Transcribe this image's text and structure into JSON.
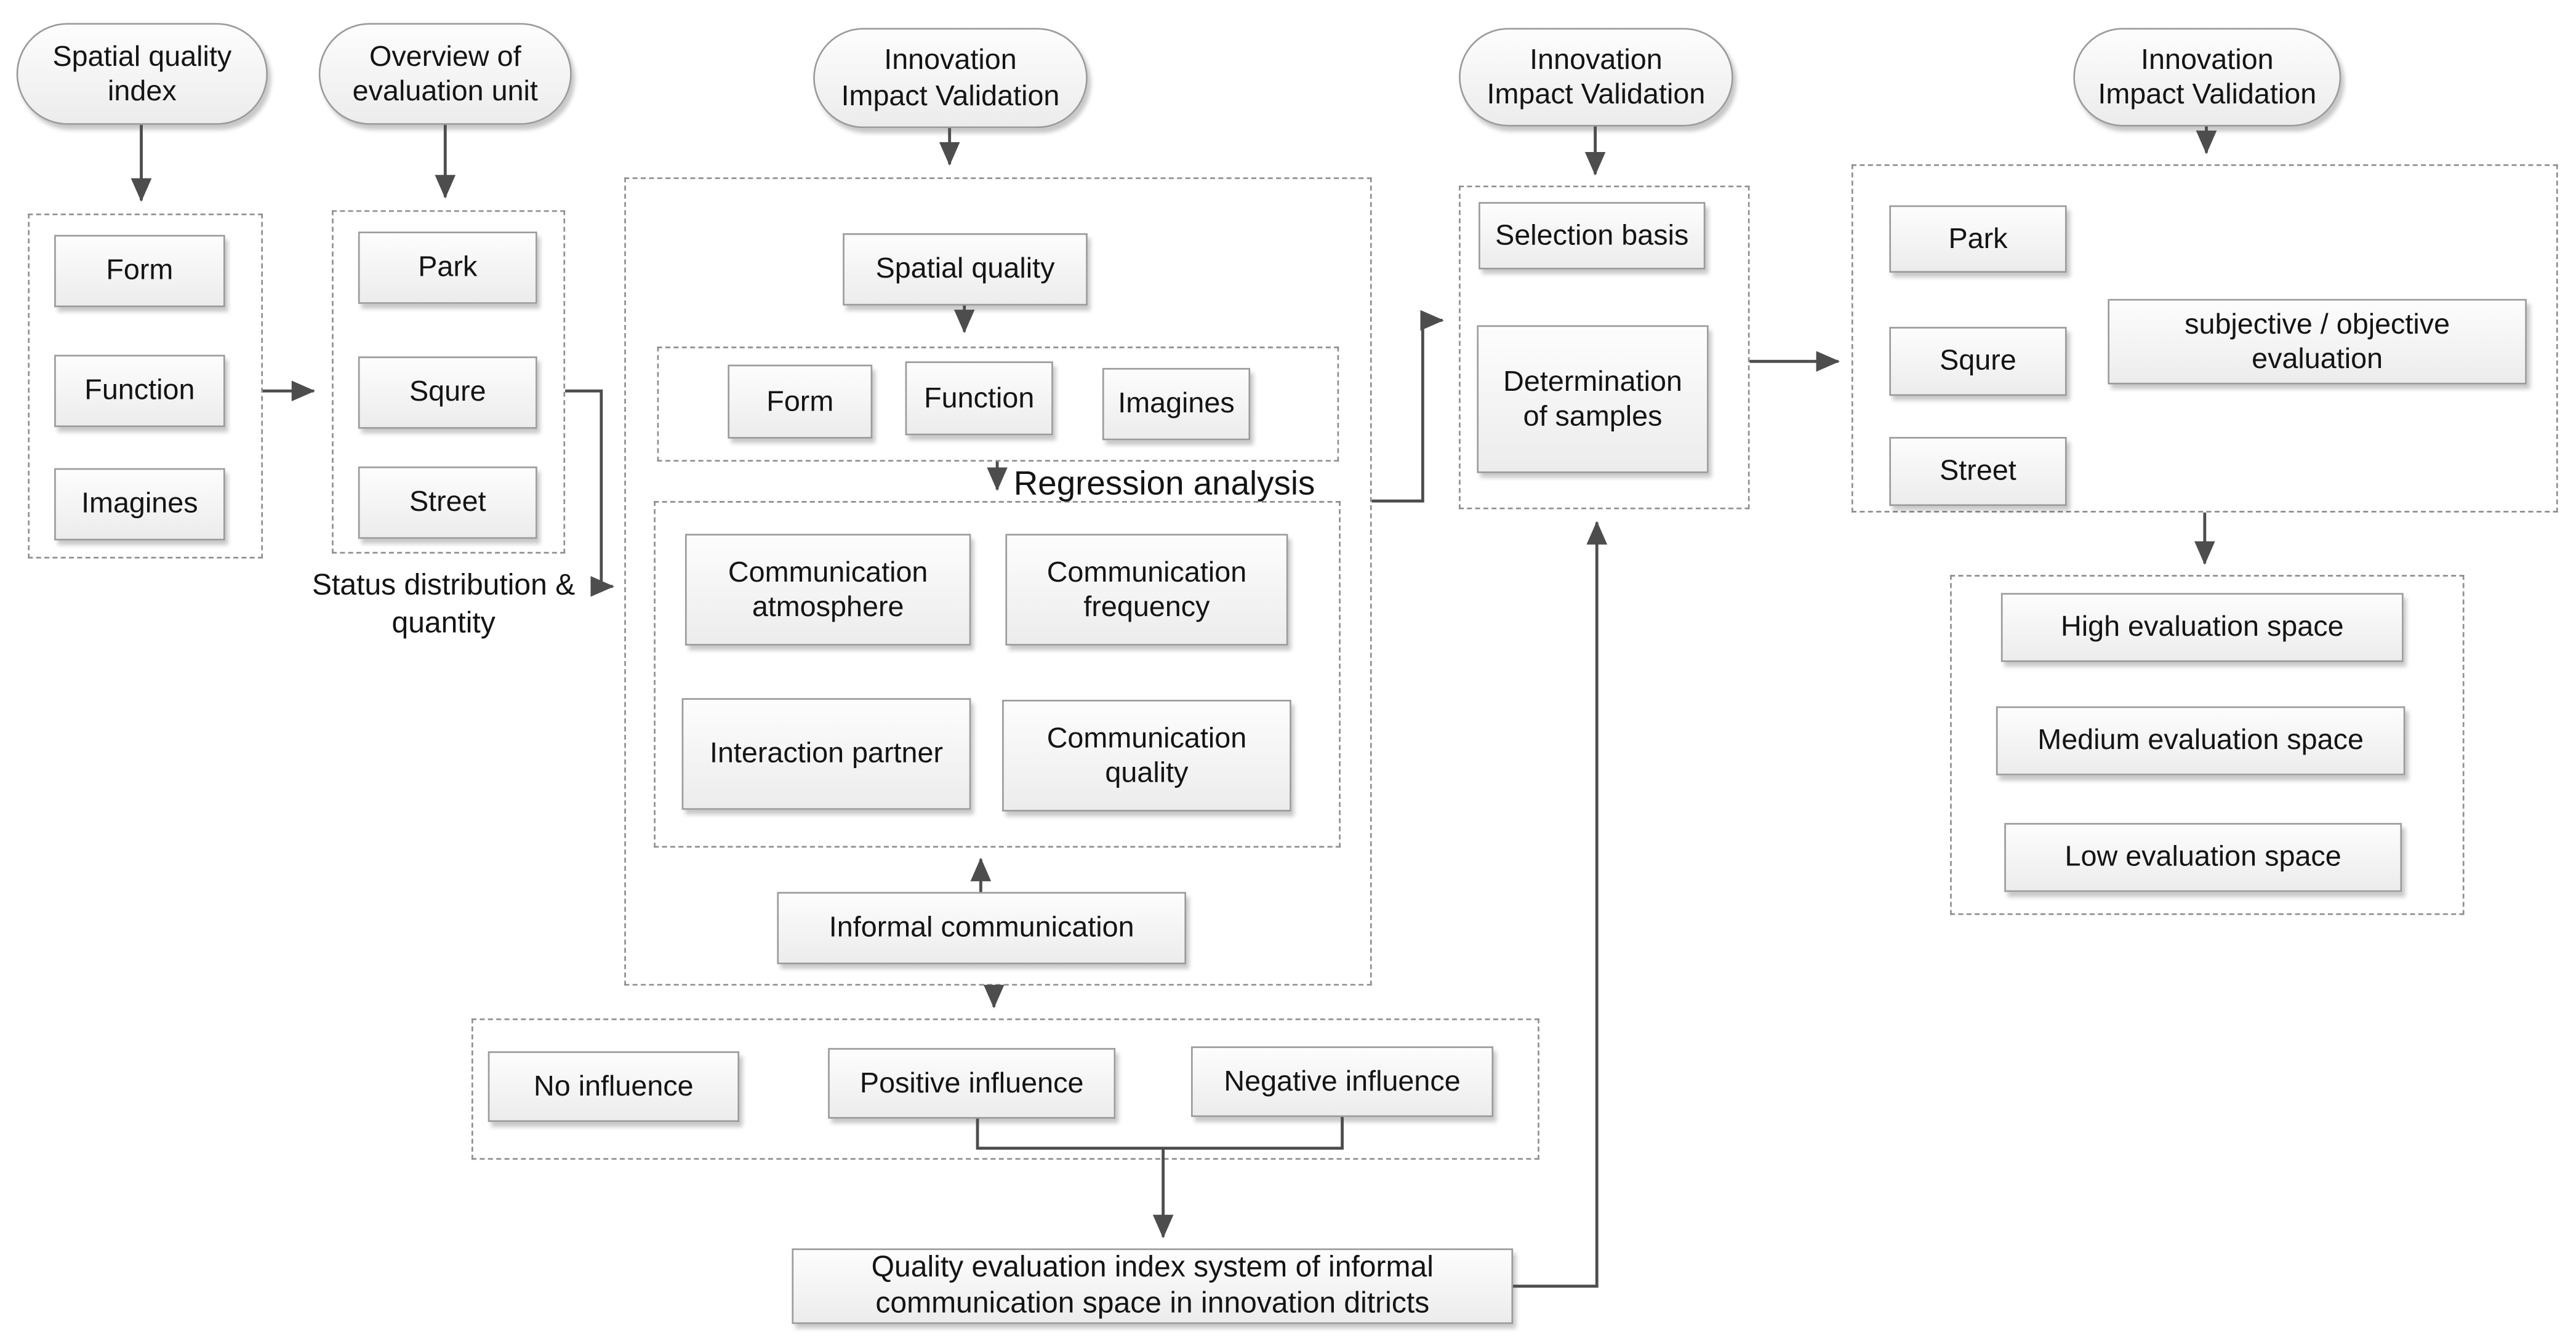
{
  "colors": {
    "arrow": "#4d4d4d",
    "box_border": "#9b9b9b",
    "dashed_border": "#8f8f8f",
    "text": "#141414",
    "box_fill_top": "#fdfdfd",
    "box_fill_bottom": "#ececec"
  },
  "nodes": {
    "spatial_quality_index": "Spatial quality\nindex",
    "overview_evaluation_unit": "Overview of\nevaluation unit",
    "innovation_impact_validation_center": "Innovation\nImpact Validation",
    "innovation_impact_validation_mid": "Innovation\nImpact Validation",
    "innovation_impact_validation_right": "Innovation\nImpact Validation",
    "form_left": "Form",
    "function_left": "Function",
    "imagines_left": "Imagines",
    "park_unit": "Park",
    "squre_unit": "Squre",
    "street_unit": "Street",
    "status_distribution": "Status distribution &\nquantity",
    "spatial_quality": "Spatial quality",
    "form_center": "Form",
    "function_center": "Function",
    "imagines_center": "Imagines",
    "regression_analysis": "Regression analysis",
    "communication_atmosphere": "Communication\natmosphere",
    "communication_frequency": "Communication\nfrequency",
    "interaction_partner": "Interaction partner",
    "communication_quality": "Communication\nquality",
    "informal_communication": "Informal communication",
    "no_influence": "No influence",
    "positive_influence": "Positive influence",
    "negative_influence": "Negative influence",
    "quality_index_system": "Quality evaluation index system of informal\ncommunication space in innovation ditricts",
    "selection_basis": "Selection basis",
    "determination_of_samples": "Determination\nof samples",
    "park_right": "Park",
    "squre_right": "Squre",
    "street_right": "Street",
    "subjective_objective_evaluation": "subjective / objective\nevaluation",
    "high_evaluation_space": "High evaluation space",
    "medium_evaluation_space": "Medium evaluation space",
    "low_evaluation_space": "Low evaluation space"
  }
}
